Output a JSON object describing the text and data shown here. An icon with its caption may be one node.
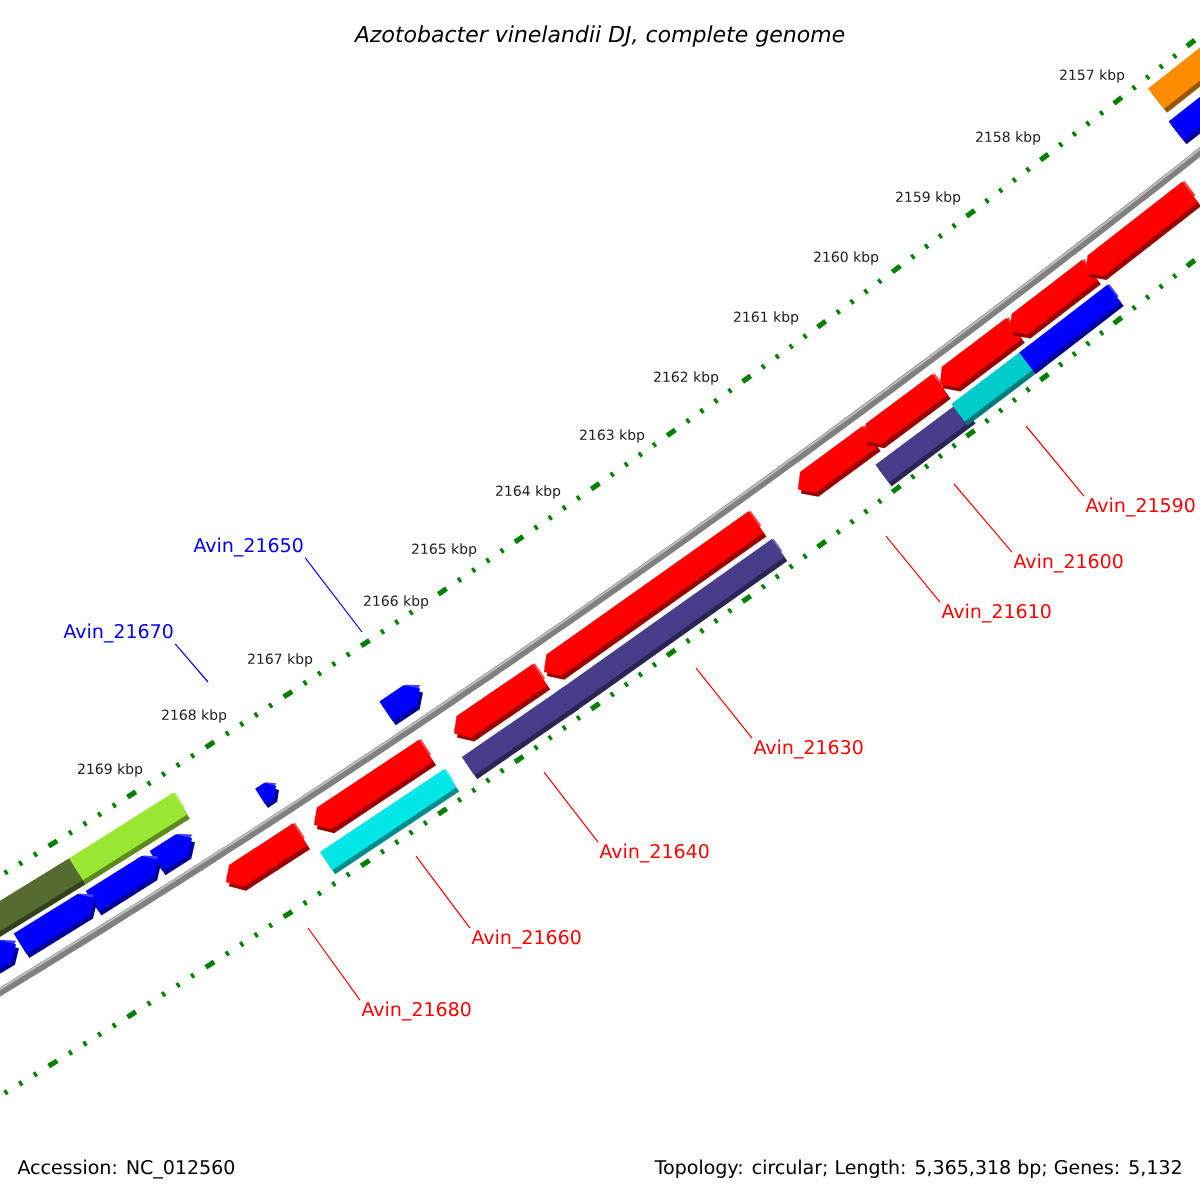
{
  "diagram": {
    "title": "Azotobacter vinelandii DJ, complete genome",
    "nodes": [
      {
        "text": [
          "Avin_21590"
        ]
      },
      {
        "text": [
          "Avin_21650"
        ]
      },
      {
        "text": [
          "Avin_21600"
        ]
      },
      {
        "text": [
          "Avin_21610"
        ]
      },
      {
        "text": [
          "Avin_21670"
        ]
      },
      {
        "text": [
          "Avin_21630"
        ]
      },
      {
        "text": [
          "Avin_21640"
        ]
      },
      {
        "text": [
          "Avin_21660"
        ]
      },
      {
        "text": [
          "Avin_21680"
        ]
      }
    ],
    "edges": [
      {
        "from": 0,
        "to": null,
        "arrow": "none"
      },
      {
        "from": 1,
        "to": null,
        "arrow": "none",
        "color": "#0000ff"
      },
      {
        "from": 2,
        "to": null,
        "arrow": "none"
      },
      {
        "from": 3,
        "to": null,
        "arrow": "none"
      },
      {
        "from": 4,
        "to": null,
        "arrow": "none",
        "color": "#0000ff"
      },
      {
        "from": 5,
        "to": null,
        "arrow": "none"
      },
      {
        "from": 6,
        "to": null,
        "arrow": "none"
      },
      {
        "from": 7,
        "to": null,
        "arrow": "none"
      },
      {
        "from": 8,
        "to": null,
        "arrow": "none"
      }
    ],
    "labels": [
      "2157 kbp",
      "2158 kbp",
      "2159 kbp",
      "2160 kbp",
      "2161 kbp",
      "2162 kbp",
      "2163 kbp",
      "2164 kbp",
      "2165 kbp",
      "2166 kbp",
      "2167 kbp",
      "2168 kbp",
      "2169 kbp",
      "Accession: NC_012560",
      "Topology: circular; Length: 5,365,318 bp; Genes: 5,132"
    ]
  }
}
